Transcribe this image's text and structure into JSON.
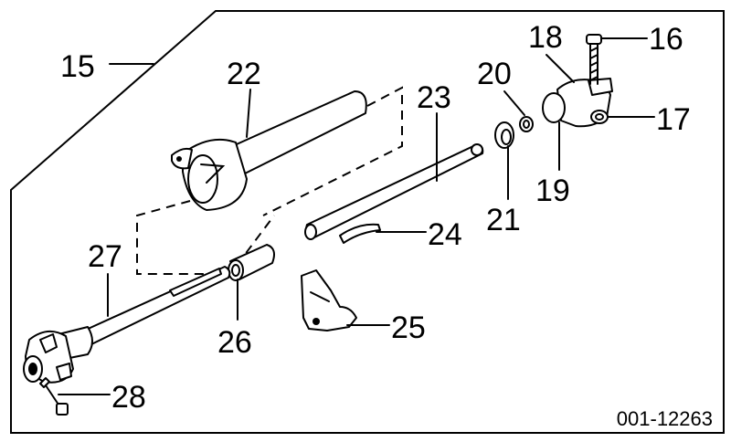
{
  "diagram": {
    "doc_code": "001-12263",
    "callouts": {
      "p15": "15",
      "p16": "16",
      "p17": "17",
      "p18": "18",
      "p19": "19",
      "p20": "20",
      "p21": "21",
      "p22": "22",
      "p23": "23",
      "p24": "24",
      "p25": "25",
      "p26": "26",
      "p27": "27",
      "p28": "28"
    }
  }
}
